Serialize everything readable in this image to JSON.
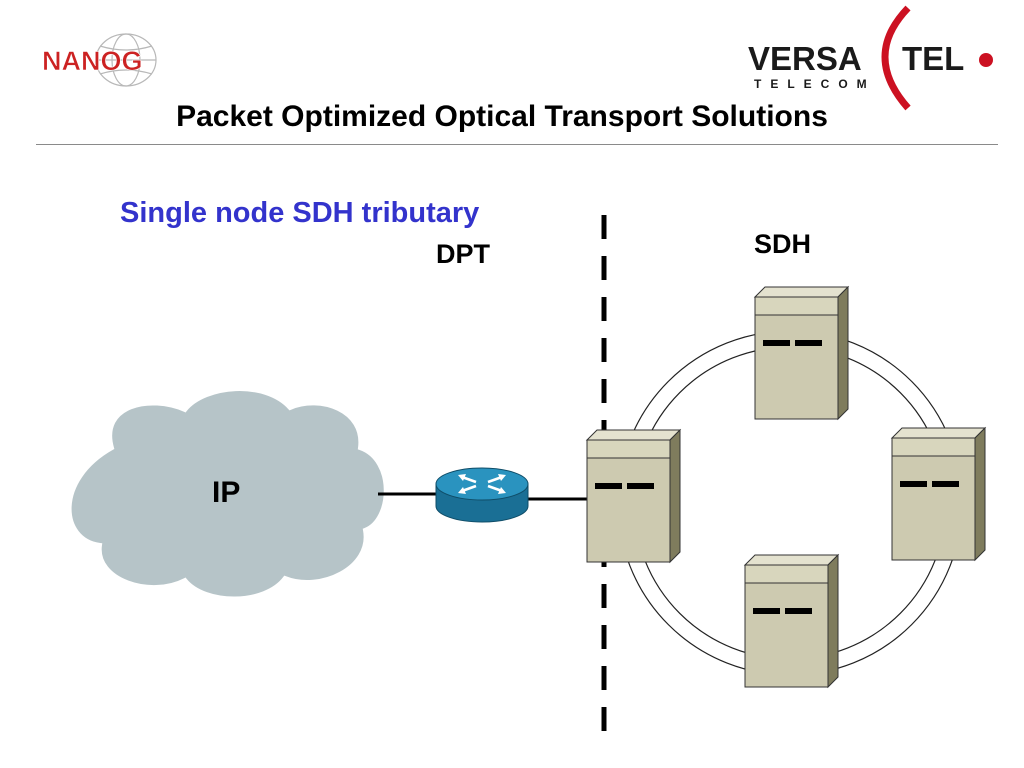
{
  "slide": {
    "title": "Packet Optimized Optical Transport Solutions",
    "subtitle": "Single node SDH tributary"
  },
  "logos": {
    "left": {
      "text": "NANOG",
      "color": "#cc2222"
    },
    "right": {
      "word1": "VERSA",
      "word2": "TEL",
      "tagline": "TELECOM",
      "accent": "#cc1122"
    }
  },
  "diagram": {
    "dpt_label": "DPT",
    "sdh_label": "SDH",
    "cloud_label": "IP",
    "colors": {
      "cloud_fill": "#b6c4c8",
      "cloud_stroke": "#ffffff",
      "node_front": "#cdcab0",
      "node_top": "#e4e2cf",
      "node_side": "#7f7c5d",
      "router": "#1f7fa8",
      "title_blue": "#3333cc"
    }
  }
}
